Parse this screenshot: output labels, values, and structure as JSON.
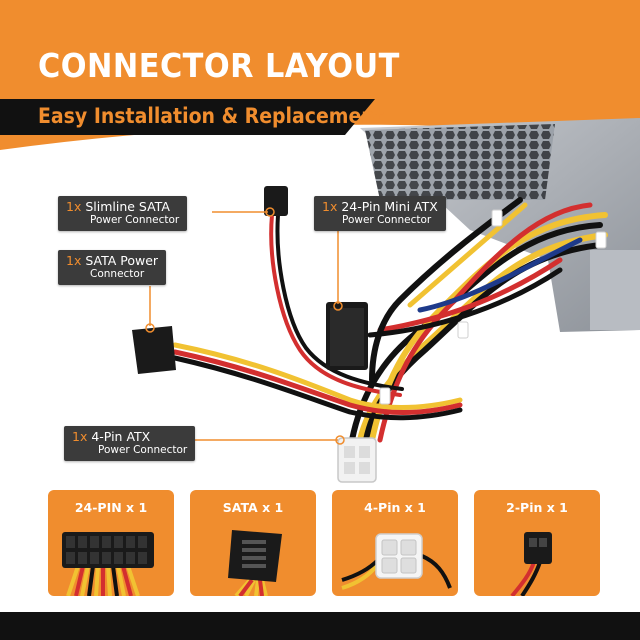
{
  "header": {
    "title": "CONNECTOR LAYOUT",
    "subtitle": "Easy Installation & Replacement"
  },
  "callouts": [
    {
      "qty": "1x",
      "line1": "Slimline SATA",
      "line2": "Power Connector"
    },
    {
      "qty": "1x",
      "line1": "24-Pin Mini ATX",
      "line2": "Power Connector"
    },
    {
      "qty": "1x",
      "line1": "SATA Power",
      "line2": "Connector"
    },
    {
      "qty": "1x",
      "line1": "4-Pin ATX",
      "line2": "Power Connector"
    }
  ],
  "tiles": [
    {
      "label": "24-PIN x 1"
    },
    {
      "label": "SATA x 1"
    },
    {
      "label": "4-Pin x 1"
    },
    {
      "label": "2-Pin x 1"
    }
  ],
  "colors": {
    "accent": "#f08d2e",
    "dark": "#111111",
    "callout_bg": "#3b3b3b"
  }
}
